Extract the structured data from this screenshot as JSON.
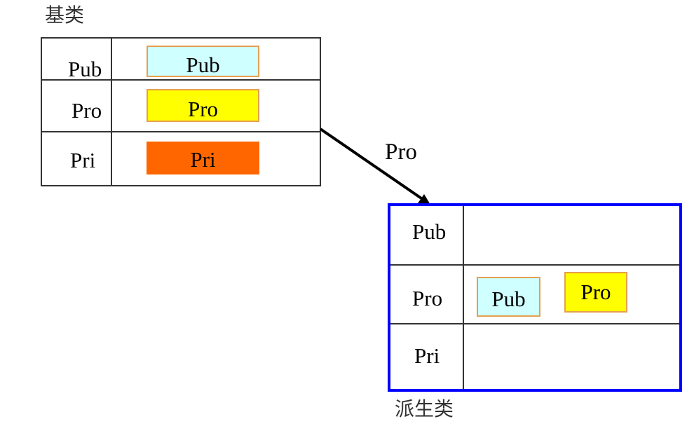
{
  "base_class": {
    "title": "基类",
    "rows": [
      {
        "label": "Pub",
        "chip": {
          "text": "Pub",
          "fill": "#cfffff",
          "border": "#e6a050"
        }
      },
      {
        "label": "Pro",
        "chip": {
          "text": "Pro",
          "fill": "#ffff00",
          "border": "#e6a050"
        }
      },
      {
        "label": "Pri",
        "chip": {
          "text": "Pri",
          "fill": "#ff6600",
          "border": "#ff6600"
        }
      }
    ]
  },
  "arrow": {
    "label": "Pro"
  },
  "derived_class": {
    "title": "派生类",
    "frame_color": "#0000ff",
    "rows": [
      {
        "label": "Pub"
      },
      {
        "label": "Pro",
        "chips": [
          {
            "text": "Pub",
            "fill": "#cfffff",
            "border": "#e6a050"
          },
          {
            "text": "Pro",
            "fill": "#ffff00",
            "border": "#e6a050"
          }
        ]
      },
      {
        "label": "Pri"
      }
    ]
  }
}
